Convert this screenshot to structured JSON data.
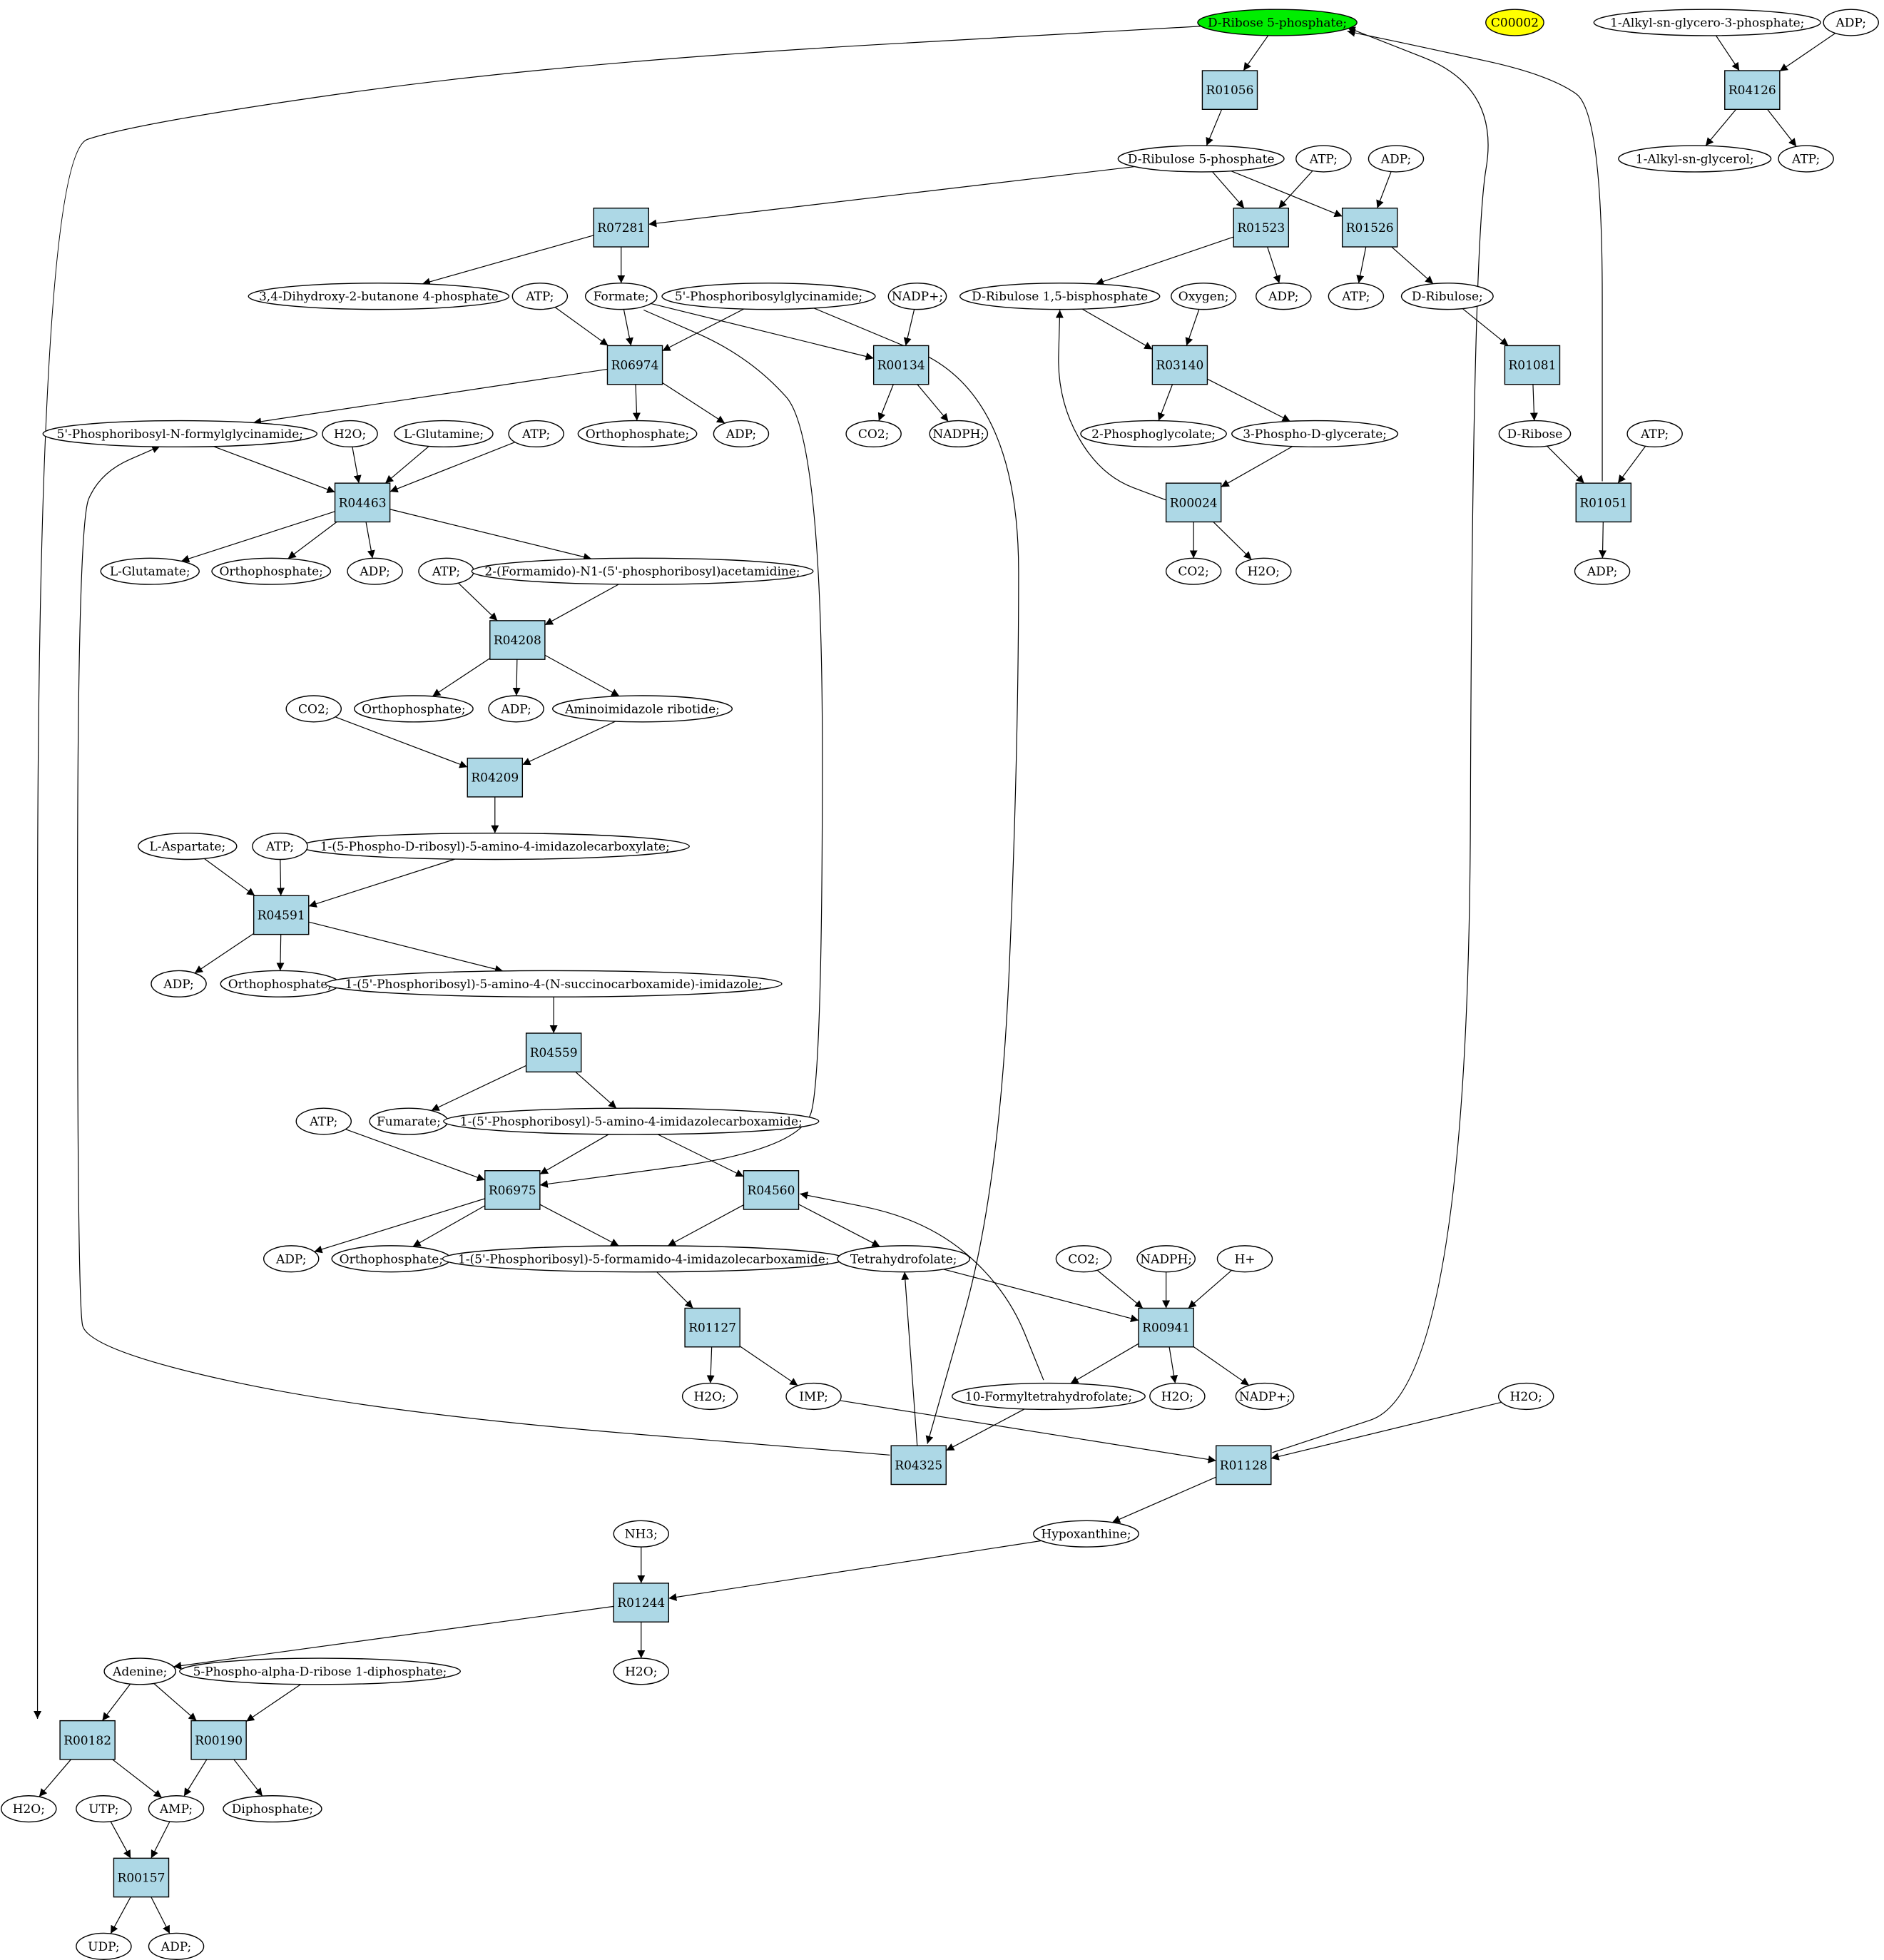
{
  "colors": {
    "compound_fill": "#ffffff",
    "reaction_fill": "#add8e6",
    "highlight_fill": "#00ee00",
    "query_fill": "#ffff00",
    "stroke": "#000000"
  },
  "diagram": {
    "nodes": [
      {
        "id": "r5p",
        "label": "D-Ribose 5-phosphate;",
        "kind": "compound",
        "fill": "highlight"
      },
      {
        "id": "c00002",
        "label": "C00002",
        "kind": "compound",
        "fill": "query"
      },
      {
        "id": "alkylg3p",
        "label": "1-Alkyl-sn-glycero-3-phosphate;",
        "kind": "compound"
      },
      {
        "id": "adp_t",
        "label": "ADP;",
        "kind": "compound"
      },
      {
        "id": "R04126",
        "label": "R04126",
        "kind": "reaction"
      },
      {
        "id": "alkylg",
        "label": "1-Alkyl-sn-glycerol;",
        "kind": "compound"
      },
      {
        "id": "atp_t",
        "label": "ATP;",
        "kind": "compound"
      },
      {
        "id": "R01056",
        "label": "R01056",
        "kind": "reaction"
      },
      {
        "id": "ru5p",
        "label": "D-Ribulose 5-phosphate",
        "kind": "compound"
      },
      {
        "id": "atp_1523",
        "label": "ATP;",
        "kind": "compound"
      },
      {
        "id": "adp_1526",
        "label": "ADP;",
        "kind": "compound"
      },
      {
        "id": "R07281",
        "label": "R07281",
        "kind": "reaction"
      },
      {
        "id": "R01523",
        "label": "R01523",
        "kind": "reaction"
      },
      {
        "id": "R01526",
        "label": "R01526",
        "kind": "reaction"
      },
      {
        "id": "dhbp",
        "label": "3,4-Dihydroxy-2-butanone 4-phosphate",
        "kind": "compound"
      },
      {
        "id": "atp_6974",
        "label": "ATP;",
        "kind": "compound"
      },
      {
        "id": "formate",
        "label": "Formate;",
        "kind": "compound"
      },
      {
        "id": "prga",
        "label": "5'-Phosphoribosylglycinamide;",
        "kind": "compound"
      },
      {
        "id": "nadp_134",
        "label": "NADP+;",
        "kind": "compound"
      },
      {
        "id": "rubp",
        "label": "D-Ribulose 1,5-bisphosphate",
        "kind": "compound"
      },
      {
        "id": "oxygen",
        "label": "Oxygen;",
        "kind": "compound"
      },
      {
        "id": "adp_1523",
        "label": "ADP;",
        "kind": "compound"
      },
      {
        "id": "atp_1526",
        "label": "ATP;",
        "kind": "compound"
      },
      {
        "id": "ribulose",
        "label": "D-Ribulose;",
        "kind": "compound"
      },
      {
        "id": "R06974",
        "label": "R06974",
        "kind": "reaction"
      },
      {
        "id": "R00134",
        "label": "R00134",
        "kind": "reaction"
      },
      {
        "id": "R03140",
        "label": "R03140",
        "kind": "reaction"
      },
      {
        "id": "R01081",
        "label": "R01081",
        "kind": "reaction"
      },
      {
        "id": "fgar",
        "label": "5'-Phosphoribosyl-N-formylglycinamide;",
        "kind": "compound"
      },
      {
        "id": "h2o_4463",
        "label": "H2O;",
        "kind": "compound"
      },
      {
        "id": "gln",
        "label": "L-Glutamine;",
        "kind": "compound"
      },
      {
        "id": "atp_4463",
        "label": "ATP;",
        "kind": "compound"
      },
      {
        "id": "pi_6974",
        "label": "Orthophosphate;",
        "kind": "compound"
      },
      {
        "id": "adp_6974",
        "label": "ADP;",
        "kind": "compound"
      },
      {
        "id": "co2_134",
        "label": "CO2;",
        "kind": "compound"
      },
      {
        "id": "nadph_134",
        "label": "NADPH;",
        "kind": "compound"
      },
      {
        "id": "pglycolate",
        "label": "2-Phosphoglycolate;",
        "kind": "compound"
      },
      {
        "id": "pga",
        "label": "3-Phospho-D-glycerate;",
        "kind": "compound"
      },
      {
        "id": "ribose",
        "label": "D-Ribose",
        "kind": "compound"
      },
      {
        "id": "atp_1051",
        "label": "ATP;",
        "kind": "compound"
      },
      {
        "id": "R04463",
        "label": "R04463",
        "kind": "reaction"
      },
      {
        "id": "R00024",
        "label": "R00024",
        "kind": "reaction"
      },
      {
        "id": "R01051",
        "label": "R01051",
        "kind": "reaction"
      },
      {
        "id": "glu",
        "label": "L-Glutamate;",
        "kind": "compound"
      },
      {
        "id": "pi_4463",
        "label": "Orthophosphate;",
        "kind": "compound"
      },
      {
        "id": "adp_4463",
        "label": "ADP;",
        "kind": "compound"
      },
      {
        "id": "atp_4208",
        "label": "ATP;",
        "kind": "compound"
      },
      {
        "id": "fgam",
        "label": "2-(Formamido)-N1-(5'-phosphoribosyl)acetamidine;",
        "kind": "compound"
      },
      {
        "id": "co2_24",
        "label": "CO2;",
        "kind": "compound"
      },
      {
        "id": "h2o_24",
        "label": "H2O;",
        "kind": "compound"
      },
      {
        "id": "adp_1051",
        "label": "ADP;",
        "kind": "compound"
      },
      {
        "id": "R04208",
        "label": "R04208",
        "kind": "reaction"
      },
      {
        "id": "co2_4209",
        "label": "CO2;",
        "kind": "compound"
      },
      {
        "id": "pi_4208",
        "label": "Orthophosphate;",
        "kind": "compound"
      },
      {
        "id": "adp_4208",
        "label": "ADP;",
        "kind": "compound"
      },
      {
        "id": "air",
        "label": "Aminoimidazole ribotide;",
        "kind": "compound"
      },
      {
        "id": "R04209",
        "label": "R04209",
        "kind": "reaction"
      },
      {
        "id": "cair",
        "label": "1-(5-Phospho-D-ribosyl)-5-amino-4-imidazolecarboxylate;",
        "kind": "compound"
      },
      {
        "id": "asp",
        "label": "L-Aspartate;",
        "kind": "compound"
      },
      {
        "id": "atp_4591",
        "label": "ATP;",
        "kind": "compound"
      },
      {
        "id": "R04591",
        "label": "R04591",
        "kind": "reaction"
      },
      {
        "id": "adp_4591",
        "label": "ADP;",
        "kind": "compound"
      },
      {
        "id": "pi_4591",
        "label": "Orthophosphate;",
        "kind": "compound"
      },
      {
        "id": "saicar",
        "label": "1-(5'-Phosphoribosyl)-5-amino-4-(N-succinocarboxamide)-imidazole;",
        "kind": "compound"
      },
      {
        "id": "R04559",
        "label": "R04559",
        "kind": "reaction"
      },
      {
        "id": "atp_6975",
        "label": "ATP;",
        "kind": "compound"
      },
      {
        "id": "fumarate",
        "label": "Fumarate;",
        "kind": "compound"
      },
      {
        "id": "aicar",
        "label": "1-(5'-Phosphoribosyl)-5-amino-4-imidazolecarboxamide;",
        "kind": "compound"
      },
      {
        "id": "R06975",
        "label": "R06975",
        "kind": "reaction"
      },
      {
        "id": "R04560",
        "label": "R04560",
        "kind": "reaction"
      },
      {
        "id": "adp_6975",
        "label": "ADP;",
        "kind": "compound"
      },
      {
        "id": "pi_6975",
        "label": "Orthophosphate;",
        "kind": "compound"
      },
      {
        "id": "faicar",
        "label": "1-(5'-Phosphoribosyl)-5-formamido-4-imidazolecarboxamide;",
        "kind": "compound"
      },
      {
        "id": "thf",
        "label": "Tetrahydrofolate;",
        "kind": "compound"
      },
      {
        "id": "co2_941",
        "label": "CO2;",
        "kind": "compound"
      },
      {
        "id": "nadph_941",
        "label": "NADPH;",
        "kind": "compound"
      },
      {
        "id": "hplus",
        "label": "H+",
        "kind": "compound"
      },
      {
        "id": "R01127",
        "label": "R01127",
        "kind": "reaction"
      },
      {
        "id": "R00941",
        "label": "R00941",
        "kind": "reaction"
      },
      {
        "id": "h2o_1127",
        "label": "H2O;",
        "kind": "compound"
      },
      {
        "id": "imp",
        "label": "IMP;",
        "kind": "compound"
      },
      {
        "id": "fthf",
        "label": "10-Formyltetrahydrofolate;",
        "kind": "compound"
      },
      {
        "id": "h2o_941",
        "label": "H2O;",
        "kind": "compound"
      },
      {
        "id": "nadp_941",
        "label": "NADP+;",
        "kind": "compound"
      },
      {
        "id": "h2o_1128",
        "label": "H2O;",
        "kind": "compound"
      },
      {
        "id": "R04325",
        "label": "R04325",
        "kind": "reaction"
      },
      {
        "id": "R01128",
        "label": "R01128",
        "kind": "reaction"
      },
      {
        "id": "hypoxanthine",
        "label": "Hypoxanthine;",
        "kind": "compound"
      },
      {
        "id": "nh3",
        "label": "NH3;",
        "kind": "compound"
      },
      {
        "id": "R01244",
        "label": "R01244",
        "kind": "reaction"
      },
      {
        "id": "adenine",
        "label": "Adenine;",
        "kind": "compound"
      },
      {
        "id": "prpp",
        "label": "5-Phospho-alpha-D-ribose 1-diphosphate;",
        "kind": "compound"
      },
      {
        "id": "h2o_1244",
        "label": "H2O;",
        "kind": "compound"
      },
      {
        "id": "R00182",
        "label": "R00182",
        "kind": "reaction"
      },
      {
        "id": "R00190",
        "label": "R00190",
        "kind": "reaction"
      },
      {
        "id": "h2o_182",
        "label": "H2O;",
        "kind": "compound"
      },
      {
        "id": "utp",
        "label": "UTP;",
        "kind": "compound"
      },
      {
        "id": "amp",
        "label": "AMP;",
        "kind": "compound"
      },
      {
        "id": "ppi",
        "label": "Diphosphate;",
        "kind": "compound"
      },
      {
        "id": "R00157",
        "label": "R00157",
        "kind": "reaction"
      },
      {
        "id": "udp",
        "label": "UDP;",
        "kind": "compound"
      },
      {
        "id": "adp_157",
        "label": "ADP;",
        "kind": "compound"
      }
    ],
    "edges": [
      [
        "r5p",
        "R01056"
      ],
      [
        "R01056",
        "ru5p"
      ],
      [
        "ru5p",
        "R07281"
      ],
      [
        "ru5p",
        "R01523"
      ],
      [
        "ru5p",
        "R01526"
      ],
      [
        "atp_1523",
        "R01523"
      ],
      [
        "adp_1526",
        "R01526"
      ],
      [
        "R07281",
        "dhbp"
      ],
      [
        "R07281",
        "formate"
      ],
      [
        "R01523",
        "rubp"
      ],
      [
        "R01523",
        "adp_1523"
      ],
      [
        "R01526",
        "atp_1526"
      ],
      [
        "R01526",
        "ribulose"
      ],
      [
        "ribulose",
        "R01081"
      ],
      [
        "R01081",
        "ribose"
      ],
      [
        "ribose",
        "R01051"
      ],
      [
        "atp_1051",
        "R01051"
      ],
      [
        "R01051",
        "adp_1051"
      ],
      [
        "R01051",
        "r5p"
      ],
      [
        "alkylg3p",
        "R04126"
      ],
      [
        "adp_t",
        "R04126"
      ],
      [
        "R04126",
        "alkylg"
      ],
      [
        "R04126",
        "atp_t"
      ],
      [
        "atp_6974",
        "R06974"
      ],
      [
        "formate",
        "R06974"
      ],
      [
        "prga",
        "R06974"
      ],
      [
        "formate",
        "R00134"
      ],
      [
        "nadp_134",
        "R00134"
      ],
      [
        "R00134",
        "co2_134"
      ],
      [
        "R00134",
        "nadph_134"
      ],
      [
        "formate",
        "R06975"
      ],
      [
        "prga",
        "R04325"
      ],
      [
        "R06974",
        "fgar"
      ],
      [
        "R06974",
        "pi_6974"
      ],
      [
        "R06974",
        "adp_6974"
      ],
      [
        "rubp",
        "R03140"
      ],
      [
        "oxygen",
        "R03140"
      ],
      [
        "R03140",
        "pglycolate"
      ],
      [
        "R03140",
        "pga"
      ],
      [
        "pga",
        "R00024"
      ],
      [
        "R00024",
        "rubp"
      ],
      [
        "R00024",
        "co2_24"
      ],
      [
        "R00024",
        "h2o_24"
      ],
      [
        "fgar",
        "R04463"
      ],
      [
        "h2o_4463",
        "R04463"
      ],
      [
        "gln",
        "R04463"
      ],
      [
        "atp_4463",
        "R04463"
      ],
      [
        "R04463",
        "glu"
      ],
      [
        "R04463",
        "pi_4463"
      ],
      [
        "R04463",
        "adp_4463"
      ],
      [
        "R04463",
        "fgam"
      ],
      [
        "fgam",
        "R04208"
      ],
      [
        "atp_4208",
        "R04208"
      ],
      [
        "R04208",
        "pi_4208"
      ],
      [
        "R04208",
        "adp_4208"
      ],
      [
        "R04208",
        "air"
      ],
      [
        "co2_4209",
        "R04209"
      ],
      [
        "air",
        "R04209"
      ],
      [
        "R04209",
        "cair"
      ],
      [
        "cair",
        "R04591"
      ],
      [
        "asp",
        "R04591"
      ],
      [
        "atp_4591",
        "R04591"
      ],
      [
        "R04591",
        "adp_4591"
      ],
      [
        "R04591",
        "pi_4591"
      ],
      [
        "R04591",
        "saicar"
      ],
      [
        "saicar",
        "R04559"
      ],
      [
        "R04559",
        "fumarate"
      ],
      [
        "R04559",
        "aicar"
      ],
      [
        "atp_6975",
        "R06975"
      ],
      [
        "aicar",
        "R06975"
      ],
      [
        "aicar",
        "R04560"
      ],
      [
        "R06975",
        "adp_6975"
      ],
      [
        "R06975",
        "pi_6975"
      ],
      [
        "R06975",
        "faicar"
      ],
      [
        "R04560",
        "faicar"
      ],
      [
        "R04560",
        "thf"
      ],
      [
        "fthf",
        "R04560"
      ],
      [
        "faicar",
        "R01127"
      ],
      [
        "R01127",
        "h2o_1127"
      ],
      [
        "R01127",
        "imp"
      ],
      [
        "thf",
        "R00941"
      ],
      [
        "co2_941",
        "R00941"
      ],
      [
        "nadph_941",
        "R00941"
      ],
      [
        "hplus",
        "R00941"
      ],
      [
        "R00941",
        "fthf"
      ],
      [
        "R00941",
        "h2o_941"
      ],
      [
        "R00941",
        "nadp_941"
      ],
      [
        "fthf",
        "R04325"
      ],
      [
        "R04325",
        "thf"
      ],
      [
        "R04325",
        "fgar"
      ],
      [
        "imp",
        "R01128"
      ],
      [
        "h2o_1128",
        "R01128"
      ],
      [
        "R01128",
        "r5p"
      ],
      [
        "R01128",
        "hypoxanthine"
      ],
      [
        "hypoxanthine",
        "R01244"
      ],
      [
        "nh3",
        "R01244"
      ],
      [
        "R01244",
        "adenine"
      ],
      [
        "R01244",
        "h2o_1244"
      ],
      [
        "adenine",
        "R00182"
      ],
      [
        "adenine",
        "R00190"
      ],
      [
        "prpp",
        "R00190"
      ],
      [
        "r5p",
        "R00182"
      ],
      [
        "R00182",
        "h2o_182"
      ],
      [
        "R00182",
        "amp"
      ],
      [
        "R00190",
        "amp"
      ],
      [
        "R00190",
        "ppi"
      ],
      [
        "utp",
        "R00157"
      ],
      [
        "amp",
        "R00157"
      ],
      [
        "R00157",
        "udp"
      ],
      [
        "R00157",
        "adp_157"
      ]
    ]
  }
}
